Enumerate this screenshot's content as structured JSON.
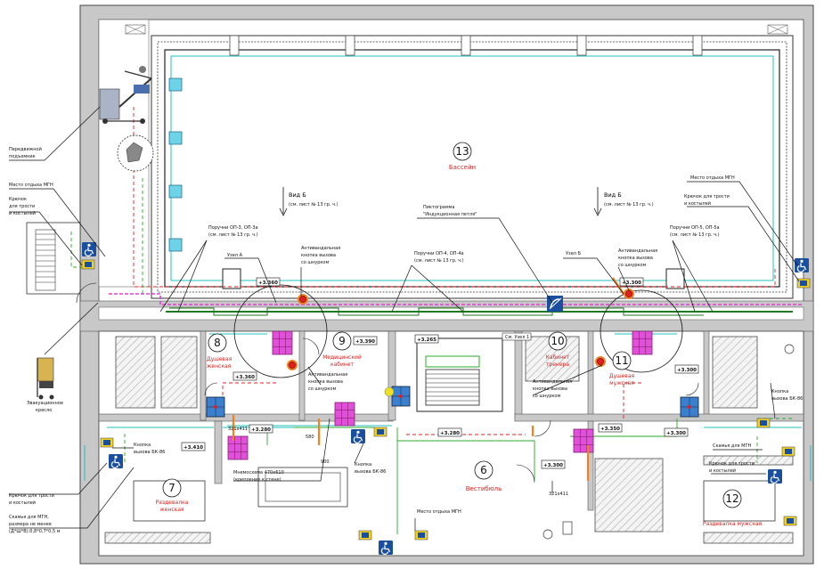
{
  "rooms": {
    "pool": {
      "number": "13",
      "name": "Бассейн"
    },
    "shower_female": {
      "number": "8",
      "name": "Душевая женская"
    },
    "medical": {
      "number": "9",
      "name": "Медицинский кабинет"
    },
    "trainer": {
      "number": "10",
      "name": "Кабинет тренера"
    },
    "shower_male": {
      "number": "11",
      "name": "Душевая мужская"
    },
    "vestibule": {
      "number": "6",
      "name": "Вестибюль"
    },
    "changing_female": {
      "number": "7",
      "name": "Раздевалка женская"
    },
    "changing_male": {
      "number": "12",
      "name": "Раздевалка мужская"
    }
  },
  "views": {
    "left": {
      "title": "Вид Б",
      "ref": "(см. лист № 13 гр. ч.)"
    },
    "right": {
      "title": "Вид Б",
      "ref": "(см. лист № 13 гр. ч.)"
    }
  },
  "levels": {
    "l1": "+3.360",
    "l2": "+3.300",
    "l3": "+3.390",
    "l4": "+3.265",
    "l5": "+3.360",
    "l6": "+3.280",
    "l7": "+3.410",
    "l8": "+3.280",
    "l9": "+3.300",
    "l10": "+3.350",
    "l11": "+3.300",
    "l12": "+3.300"
  },
  "labels": {
    "lift": [
      "Передвижной",
      "подъемник"
    ],
    "rest_left": "Место отдыха МГН",
    "hook_left": [
      "Крючок",
      "для трости",
      "и костылей"
    ],
    "evac_chair": [
      "Эвакуационное",
      "кресло"
    ],
    "rails_left": [
      "Поручни ОП-3, ОП-3а",
      "(см. лист № 13 гр. ч.)"
    ],
    "node_a": "Узел А",
    "antivandal_left": [
      "Антивандальная",
      "кнопка вызова",
      "со шнурком"
    ],
    "rails_mid": [
      "Поручни ОП-4, ОП-4а",
      "(см. лист № 13 гр. ч.)"
    ],
    "pictogram": [
      "Пиктограмма",
      "\"Индукционная петля\""
    ],
    "node_b": "Узел Б",
    "antivandal_right": [
      "Антивандальная",
      "кнопка вызова",
      "со шнурком"
    ],
    "rest_right": "Место отдыха МГН",
    "hook_right_top": [
      "Крючок для трости",
      "и костылей"
    ],
    "rails_right": [
      "Поручни ОП-5, ОП-5а",
      "(см. лист № 13 гр. ч.)"
    ],
    "see_node": "См. Узел 1",
    "antivandal_med": [
      "Антивандальная",
      "кнопка вызова",
      "со шнурком"
    ],
    "antivandal_trainer": [
      "Антивандальная",
      "кнопка вызова",
      "со шнурком"
    ],
    "call_bk86_right": [
      "Кнопка",
      "вызова БК-86"
    ],
    "bench_mgn": "Скамья для МГН",
    "hook_right_bottom": [
      "Крючок для трости",
      "и костылей"
    ],
    "call_bk86_left": [
      "Кнопка",
      "вызова БК-86"
    ],
    "dim_321_left": "321x411",
    "mnemo": [
      "Мнемосхема 470х610",
      "(крепление к стене)"
    ],
    "call_bk86_mid": [
      "Кнопка",
      "вызова БК-86"
    ],
    "rest_bottom": "Место отдыха МГН",
    "dim_321_right": "321x411",
    "hook_left_bottom": [
      "Крючок для трости",
      "и костылей"
    ],
    "bench_left": [
      "Скамья для МГН,",
      "размера не менее",
      "(Д*Ш*В):0,8*0,7*0,5 м"
    ],
    "dim_900": "900",
    "dim_580": "580"
  },
  "colors": {
    "wall": "#c8c8c8",
    "route_green": "#2aa82a",
    "route_red": "#e02020",
    "magenta": "#e040d0",
    "pool_edge": "#20c0c0",
    "marker_cyan": "#40c8e0",
    "door_blue": "#2050a0",
    "badge_yellow": "#f0d020",
    "accessibility_blue": "#1a4fa0",
    "alarm_red": "#e02020",
    "accent_orange": "#f08020"
  },
  "icons": [
    "wheelchair-icon",
    "tactile-sign-icon",
    "induction-loop-icon",
    "alarm-button-icon",
    "mobile-lift-icon",
    "evacuation-chair-icon"
  ]
}
